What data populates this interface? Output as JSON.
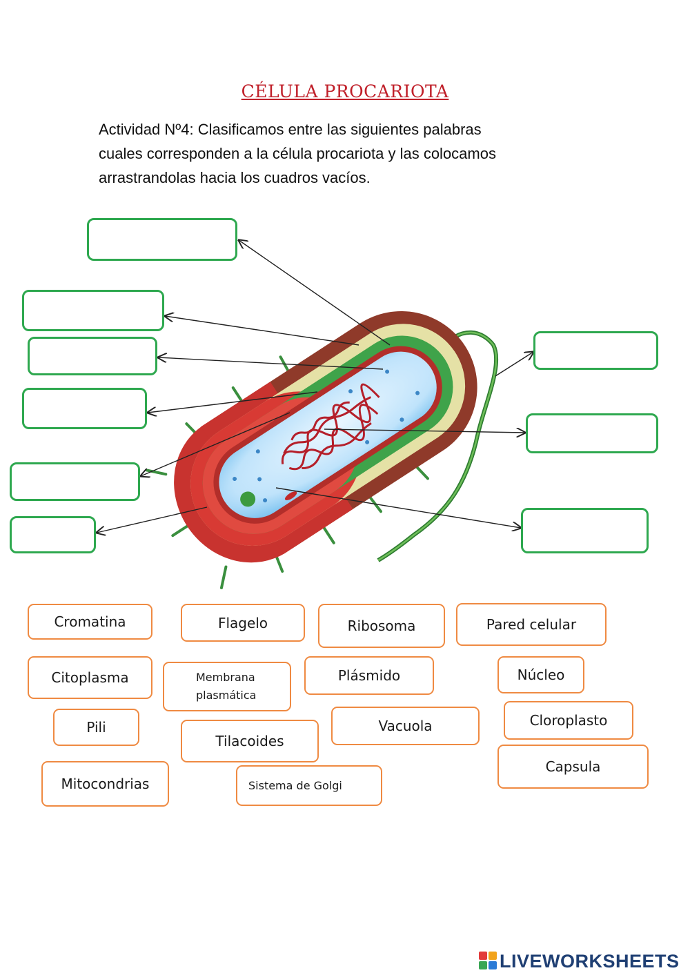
{
  "title": "CÉLULA PROCARIOTA",
  "instructions": {
    "line1": "Actividad Nº4: Clasificamos entre las siguientes palabras",
    "line2": "cuales corresponden a la célula procariota y las colocamos",
    "line3": "arrastrandolas hacia los cuadros vacíos."
  },
  "word_bank": {
    "cromatina": "Cromatina",
    "flagelo": "Flagelo",
    "ribosoma": "Ribosoma",
    "pared_celular": "Pared celular",
    "citoplasma": "Citoplasma",
    "membrana_line1": "Membrana",
    "membrana_line2": "plasmática",
    "plasmido": "Plásmido",
    "nucleo": "Núcleo",
    "pili": "Pili",
    "tilacoides": "Tilacoides",
    "vacuola": "Vacuola",
    "cloroplasto": "Cloroplasto",
    "mitocondrias": "Mitocondrias",
    "sistema_golgi": "Sistema de Golgi",
    "capsula": "Capsula"
  },
  "logo": {
    "text": "LIVEWORKSHEETS",
    "colors": [
      "#e23b3b",
      "#f2a31b",
      "#3aa655",
      "#2b7bd6"
    ]
  },
  "colors": {
    "drop_border": "#2ea84f",
    "word_border": "#ef8a42",
    "title": "#c0202a"
  }
}
